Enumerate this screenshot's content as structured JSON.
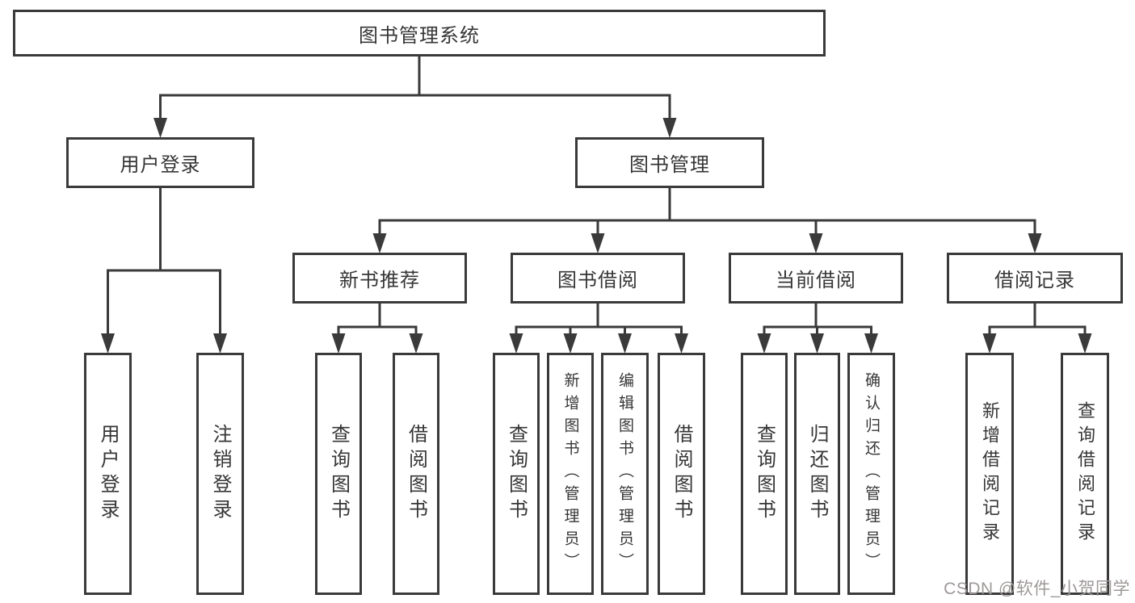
{
  "nodes": {
    "root": {
      "label": "图书管理系统"
    },
    "user_login": {
      "label": "用户登录"
    },
    "book_mgmt": {
      "label": "图书管理"
    },
    "new_book_rec": {
      "label": "新书推荐"
    },
    "book_borrow": {
      "label": "图书借阅"
    },
    "current_borrow": {
      "label": "当前借阅"
    },
    "borrow_records": {
      "label": "借阅记录"
    },
    "v_user_login": {
      "label": "用户登录"
    },
    "v_logout": {
      "label": "注销登录"
    },
    "nb_query": {
      "label": "查询图书"
    },
    "nb_borrow": {
      "label": "借阅图书"
    },
    "bb_query": {
      "label": "查询图书"
    },
    "bb_add": {
      "label": "新增图书（管理员）"
    },
    "bb_edit": {
      "label": "编辑图书（管理员）"
    },
    "bb_borrow": {
      "label": "借阅图书"
    },
    "cb_query": {
      "label": "查询图书"
    },
    "cb_return": {
      "label": "归还图书"
    },
    "cb_confirm": {
      "label": "确认归还（管理员）"
    },
    "br_add": {
      "label": "新增借阅记录"
    },
    "br_query": {
      "label": "查询借阅记录"
    }
  },
  "edges": [
    {
      "from": "root",
      "to": [
        "user_login",
        "book_mgmt"
      ]
    },
    {
      "from": "user_login",
      "to": [
        "v_user_login",
        "v_logout"
      ]
    },
    {
      "from": "book_mgmt",
      "to": [
        "new_book_rec",
        "book_borrow",
        "current_borrow",
        "borrow_records"
      ]
    },
    {
      "from": "new_book_rec",
      "to": [
        "nb_query",
        "nb_borrow"
      ]
    },
    {
      "from": "book_borrow",
      "to": [
        "bb_query",
        "bb_add",
        "bb_edit",
        "bb_borrow"
      ]
    },
    {
      "from": "current_borrow",
      "to": [
        "cb_query",
        "cb_return",
        "cb_confirm"
      ]
    },
    {
      "from": "borrow_records",
      "to": [
        "br_add",
        "br_query"
      ]
    }
  ],
  "watermark": {
    "text": "CSDN @软件_小贺同学"
  },
  "colors": {
    "line": "#3a3a3a",
    "text": "#363636",
    "watermark": "#9e9898"
  }
}
